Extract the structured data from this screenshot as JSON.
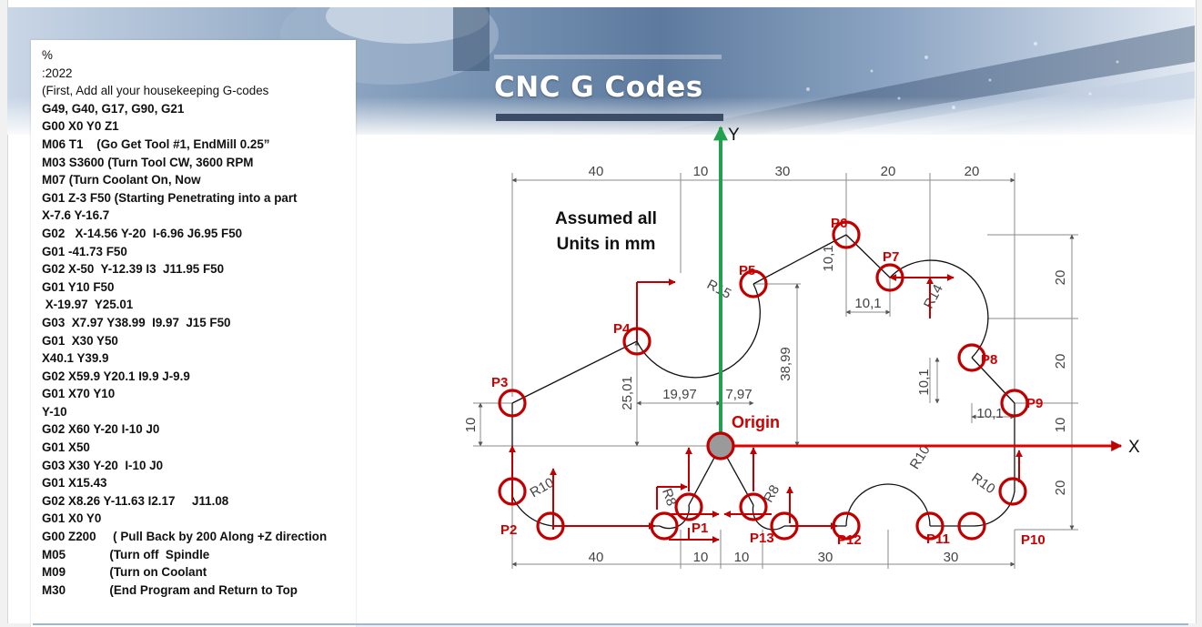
{
  "banner": {
    "title": "CNC G Codes"
  },
  "code": {
    "lines": [
      "%",
      ":2022",
      "(First, Add all your housekeeping G-codes",
      "G49, G40, G17, G90, G21",
      "G00 X0 Y0 Z1",
      "M06 T1    (Go Get Tool #1, EndMill 0.25”",
      "M03 S3600 (Turn Tool CW, 3600 RPM",
      "M07 (Turn Coolant On, Now",
      "G01 Z-3 F50 (Starting Penetrating into a part",
      "X-7.6 Y-16.7",
      "G02   X-14.56 Y-20  I-6.96 J6.95 F50",
      "G01 -41.73 F50",
      "G02 X-50  Y-12.39 I3  J11.95 F50",
      "G01 Y10 F50",
      " X-19.97  Y25.01",
      "G03  X7.97 Y38.99  I9.97  J15 F50",
      "G01  X30 Y50",
      "X40.1 Y39.9",
      "G02 X59.9 Y20.1 I9.9 J-9.9",
      "G01 X70 Y10",
      "Y-10",
      "G02 X60 Y-20 I-10 J0",
      "G01 X50",
      "G03 X30 Y-20  I-10 J0",
      "G01 X15.43",
      "G02 X8.26 Y-11.63 I2.17     J11.08",
      "G01 X0 Y0",
      "G00 Z200     ( Pull Back by 200 Along +Z direction",
      "M05             (Turn off  Spindle",
      "M09             (Turn on Coolant",
      "M30             (End Program and Return to Top"
    ]
  },
  "drawing": {
    "note_line1": "Assumed all",
    "note_line2": "Units in mm",
    "axis_x": "X",
    "axis_y": "Y",
    "origin": "Origin",
    "points": {
      "p1": "P1",
      "p2": "P2",
      "p3": "P3",
      "p4": "P4",
      "p5": "P5",
      "p6": "P6",
      "p7": "P7",
      "p8": "P8",
      "p9": "P9",
      "p10": "P10",
      "p11": "P11",
      "p12": "P12",
      "p13": "P13"
    },
    "dims": {
      "top_40": "40",
      "top_10": "10",
      "top_30": "30",
      "top_20a": "20",
      "top_20b": "20",
      "bot_40": "40",
      "bot_10a": "10",
      "bot_10b": "10",
      "bot_30a": "30",
      "bot_30b": "30",
      "right_20a": "20",
      "right_20b": "20",
      "right_10": "10",
      "right_20c": "20",
      "left_10": "10",
      "v_25_01": "25,01",
      "h_19_97": "19,97",
      "h_7_97": "7,97",
      "v_38_99": "38,99",
      "v_10_p6": "10,1",
      "h_10_p6": "10,1",
      "v_10_p8": "10,1",
      "h_10_p8": "10,1",
      "r15": "R15",
      "r14": "R14",
      "r10a": "R10",
      "r10b": "R10",
      "r10c": "R10",
      "r8a": "R8",
      "r8b": "R8"
    }
  }
}
